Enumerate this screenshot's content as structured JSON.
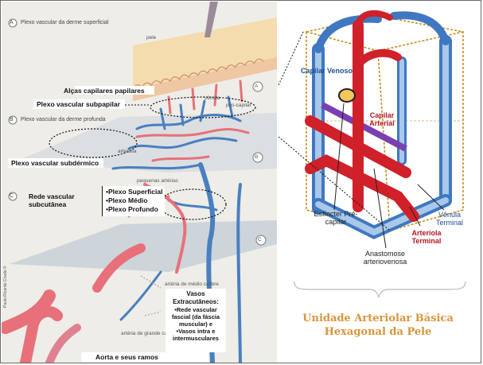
{
  "left_panel": {
    "section_a": "Plexo vascular da derme superficial",
    "section_b": "Plexo vascular da derme profunda",
    "section_c": "Rede vascular subcutânea",
    "marker_a": "A",
    "marker_b": "B",
    "marker_c": "C",
    "pele": "pele",
    "vênula": "vênula",
    "pós-capilar": "pós-capilar",
    "arteriola": "arteriola",
    "pequenas_arterias": "pequenas artérias",
    "arteria_medio": "artéria de médio calibre",
    "arteria_grande": "artéria de grande calibre",
    "credit": "Paulo Ricardo Criado ©",
    "alcas": "Alças capilares papilares",
    "plexo_subpapilar": "Plexo vascular subpapilar",
    "plexo_subdermico": "Plexo vascular subdérmico",
    "plexos": [
      "•Plexo Superficial",
      "•Plexo Médio",
      "•Plexo Profundo"
    ],
    "vasos_title": "Vasos Extracutâneos:",
    "vasos_items": [
      "•Rede vascular fascial (da fáscia muscular) e",
      "•Vasos intra e intermusculares"
    ],
    "aorta": "Aorta e seus ramos"
  },
  "right_panel": {
    "capilar_venoso": "Capilar Venoso",
    "capilar_arterial": "Capilar Arterial",
    "esfincter": "Esfíncter Pré-capilar",
    "venula": "Vênula Terminal",
    "arteriola": "Arteríola Terminal",
    "anastomose": "Anastomose arteriovenosa",
    "title_line1": "Unidade Arteriolar Básica",
    "title_line2": "Hexagonal da Pele"
  },
  "colors": {
    "artery": "#d0202a",
    "vein": "#4a7fc0",
    "anastomosis": "#7a3fb0",
    "title": "#d9953a",
    "connector": "#c98a1e"
  }
}
